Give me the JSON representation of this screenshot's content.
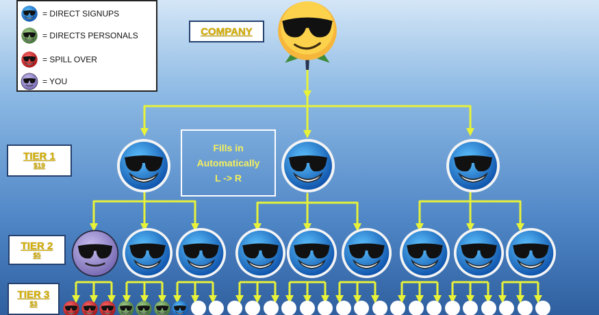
{
  "legend": {
    "items": [
      {
        "type": "blue",
        "label": "= DIRECT SIGNUPS"
      },
      {
        "type": "green",
        "label": "= DIRECTS PERSONALS"
      },
      {
        "type": "red",
        "label": "= SPILL OVER"
      },
      {
        "type": "purple",
        "label": "= YOU"
      }
    ]
  },
  "company": {
    "label": "COMPANY"
  },
  "fills_note": {
    "line1": "Fills in",
    "line2": "Automatically",
    "line3": "L  ->  R"
  },
  "tiers": [
    {
      "name": "TIER 1",
      "price": "$19"
    },
    {
      "name": "TIER 2",
      "price": "$5"
    },
    {
      "name": "TIER 3",
      "price": "$3"
    }
  ],
  "tier3_filled": [
    "red",
    "red",
    "red",
    "green",
    "green",
    "green",
    "blue"
  ],
  "tier3_empty_count": 20,
  "colors": {
    "arrow": "#e7f238",
    "gold": "#d6b106"
  },
  "icons": {
    "company": "sunglasses-emoji-icon",
    "member": "smiley-face-icon"
  }
}
